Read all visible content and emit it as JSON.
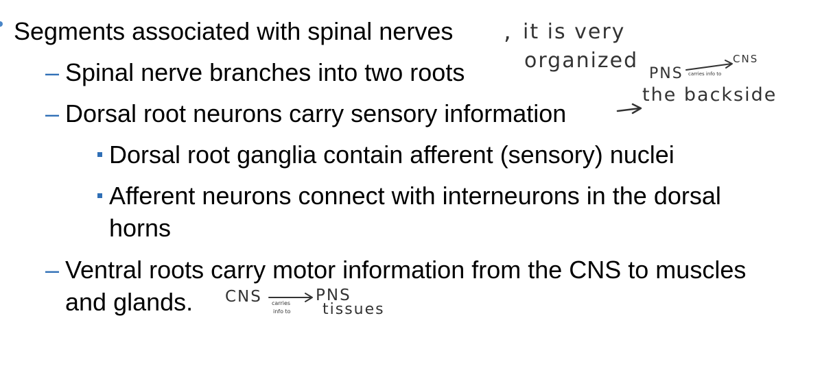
{
  "slide": {
    "items": [
      {
        "level": 1,
        "text": "Segments associated with spinal nerves"
      },
      {
        "level": 2,
        "text": "Spinal nerve branches into two roots"
      },
      {
        "level": 2,
        "text": "Dorsal root neurons carry sensory information"
      },
      {
        "level": 3,
        "text": "Dorsal root ganglia contain afferent (sensory) nuclei"
      },
      {
        "level": 3,
        "text_line1": "Afferent neurons connect with interneurons in the dorsal",
        "text_line2": "horns"
      },
      {
        "level": 2,
        "text_line1": "Ventral roots carry motor information from the CNS to muscles",
        "text_line2": "and glands."
      }
    ]
  },
  "annotations": {
    "comma": ",",
    "note1_line1": "it is very",
    "note1_line2": "organized",
    "note2_from": "PNS",
    "note2_to": "CNS",
    "note2_arrow_label": "carries info to",
    "note2_line2": "the backside",
    "note3_from": "CNS",
    "note3_to": "PNS",
    "note3_arrow_label_line1": "carries",
    "note3_arrow_label_line2": "info to",
    "note3_line2": "tissues"
  },
  "colors": {
    "bullet": "#2f6fb6",
    "text": "#000000",
    "ink": "#333333"
  }
}
